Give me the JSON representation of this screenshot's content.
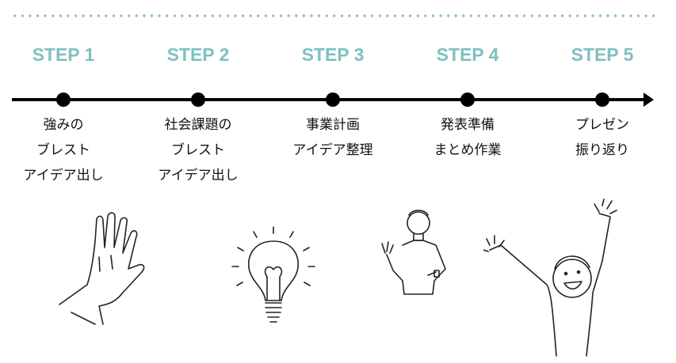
{
  "accent_color": "#7fc0c0",
  "steps": [
    {
      "title": "STEP 1",
      "lines": [
        "強みの",
        "ブレスト",
        "アイデア出し"
      ],
      "illustration": "raised-hand"
    },
    {
      "title": "STEP 2",
      "lines": [
        "社会課題の",
        "ブレスト",
        "アイデア出し"
      ],
      "illustration": "light-bulb"
    },
    {
      "title": "STEP 3",
      "lines": [
        "事業計画",
        "アイデア整理"
      ],
      "illustration": "presenting-man"
    },
    {
      "title": "STEP 4",
      "lines": [
        "発表準備",
        "まとめ作業"
      ],
      "illustration": "none"
    },
    {
      "title": "STEP 5",
      "lines": [
        "プレゼン",
        "振り返り"
      ],
      "illustration": "cheering-person"
    }
  ]
}
